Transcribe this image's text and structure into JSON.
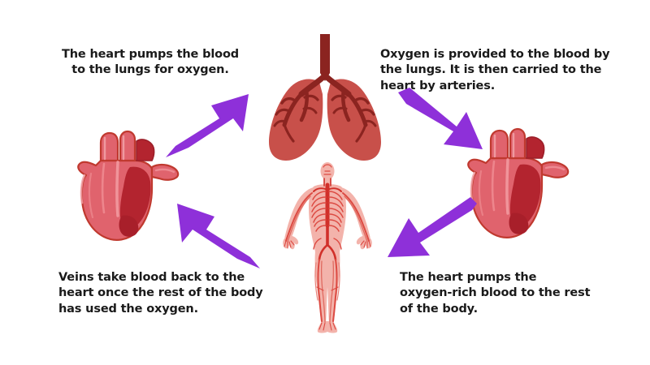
{
  "diagram": {
    "title": "Circulatory system cycle diagram",
    "background_color": "#ffffff",
    "text_color": "#1a1a1a",
    "arrow_color": "#8e30d9",
    "captions": [
      {
        "id": "top-left",
        "name": "caption-heart-to-lungs",
        "text": "The heart pumps the blood\nto the lungs for oxygen."
      },
      {
        "id": "top-right",
        "name": "caption-lungs-to-heart",
        "text": "Oxygen is provided to the blood by\nthe lungs. It is then carried to the\nheart by arteries."
      },
      {
        "id": "bottom-left",
        "name": "caption-veins-return",
        "text": "Veins take blood back to the\nheart once the rest of the body\nhas used the oxygen."
      },
      {
        "id": "bottom-right",
        "name": "caption-heart-to-body",
        "text": "The heart pumps the\noxygen-rich blood to the rest\nof the body."
      }
    ],
    "illustrations": [
      {
        "name": "lungs-illustration",
        "label": "Lungs",
        "fill": "#c8504a",
        "detail": "#8b2420"
      },
      {
        "name": "heart-illustration-left",
        "label": "Heart",
        "fill": "#e0636d",
        "detail": "#b3242f"
      },
      {
        "name": "heart-illustration-right",
        "label": "Heart",
        "fill": "#e0636d",
        "detail": "#b3242f"
      },
      {
        "name": "human-body-illustration",
        "label": "Human body circulatory system",
        "fill": "#f3b3ab",
        "detail": "#d1302a"
      }
    ],
    "arrows": [
      {
        "name": "arrow-heart-to-lungs",
        "direction": "up-right",
        "color": "#8e30d9"
      },
      {
        "name": "arrow-lungs-to-heart",
        "direction": "down-right",
        "color": "#8e30d9"
      },
      {
        "name": "arrow-body-to-heart",
        "direction": "up-left",
        "color": "#8e30d9"
      },
      {
        "name": "arrow-heart-to-body",
        "direction": "down-left",
        "color": "#8e30d9"
      }
    ]
  }
}
